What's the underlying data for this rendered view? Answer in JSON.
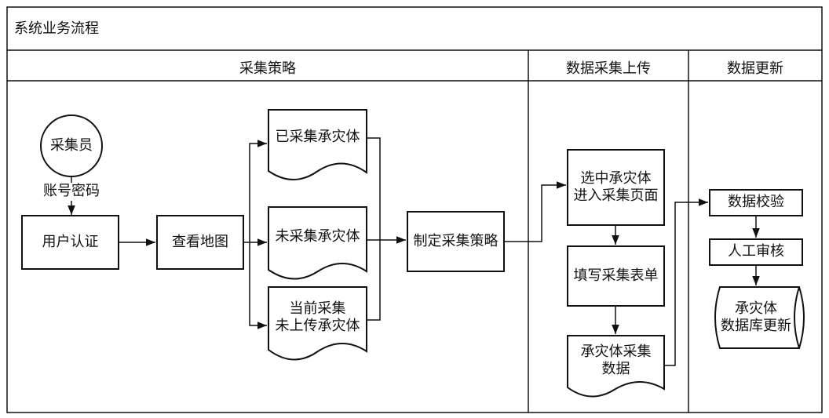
{
  "title": "系统业务流程",
  "lanes": [
    {
      "label": "采集策略"
    },
    {
      "label": "数据采集上传"
    },
    {
      "label": "数据更新"
    }
  ],
  "nodes": {
    "collector": "采集员",
    "credentials": "账号密码",
    "user_auth": "用户认证",
    "view_map": "查看地图",
    "collected": "已采集承灾体",
    "uncollected": "未采集承灾体",
    "current": "当前采集\n未上传承灾体",
    "make_strategy": "制定采集策略",
    "select_enter": "选中承灾体\n进入采集页面",
    "fill_form": "填写采集表单",
    "hazard_data": "承灾体采集\n数据",
    "validate": "数据校验",
    "review": "人工审核",
    "db_update": "承灾体\n数据库更新"
  }
}
